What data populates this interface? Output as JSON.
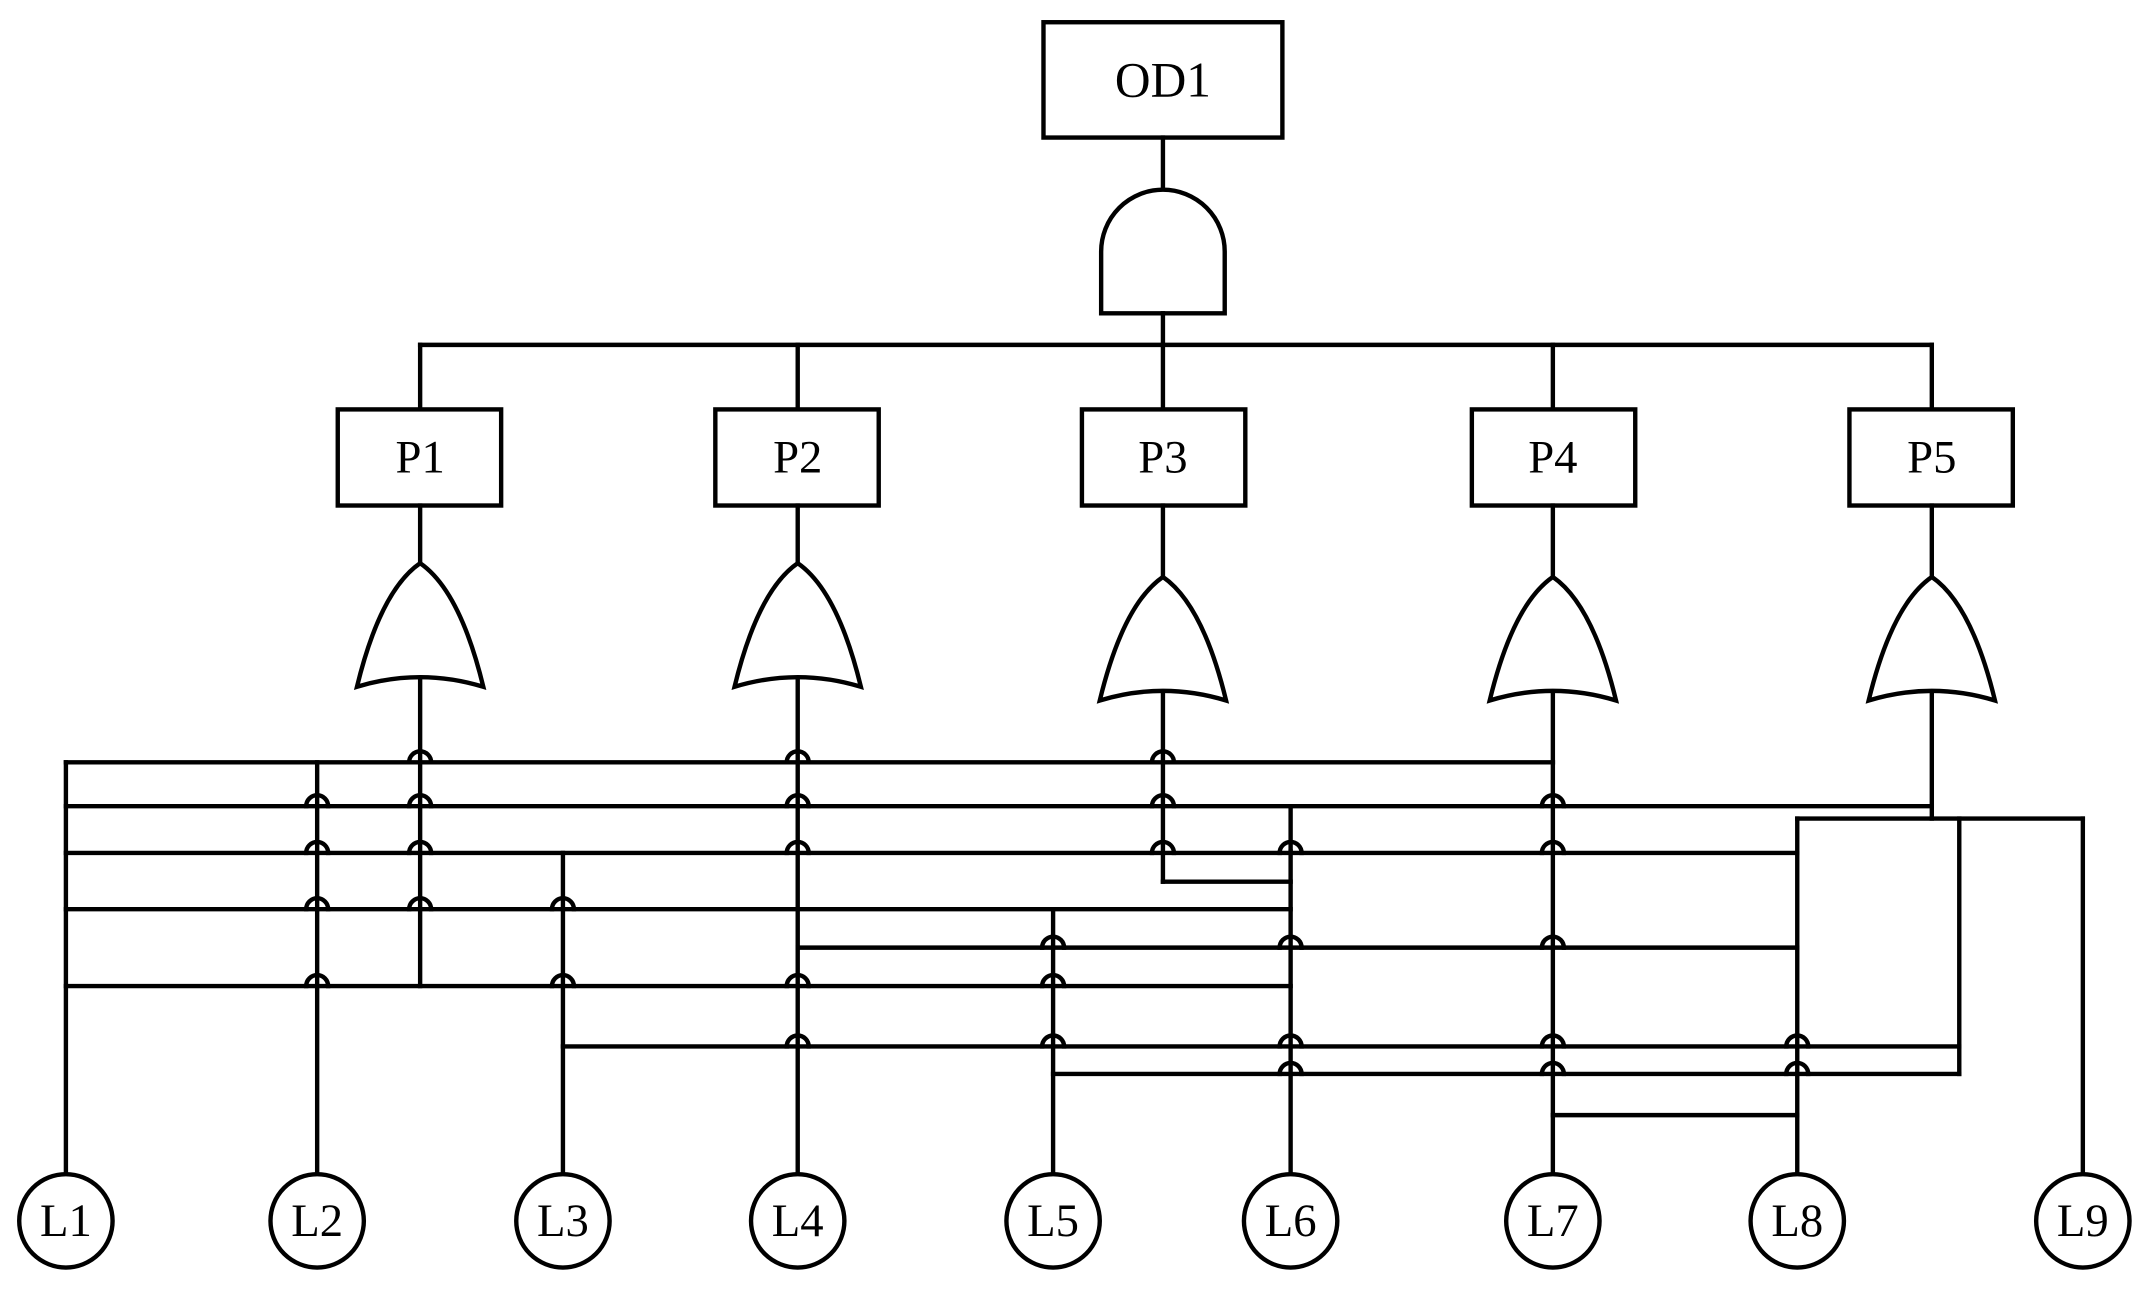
{
  "top_event": {
    "label": "OD1"
  },
  "top_gate": {
    "type": "and-gate"
  },
  "intermediate_events": [
    {
      "id": "P1",
      "label": "P1",
      "gate": "or-gate"
    },
    {
      "id": "P2",
      "label": "P2",
      "gate": "or-gate"
    },
    {
      "id": "P3",
      "label": "P3",
      "gate": "or-gate"
    },
    {
      "id": "P4",
      "label": "P4",
      "gate": "or-gate"
    },
    {
      "id": "P5",
      "label": "P5",
      "gate": "or-gate"
    }
  ],
  "basic_events": [
    {
      "id": "L1",
      "label": "L1"
    },
    {
      "id": "L2",
      "label": "L2"
    },
    {
      "id": "L3",
      "label": "L3"
    },
    {
      "id": "L4",
      "label": "L4"
    },
    {
      "id": "L5",
      "label": "L5"
    },
    {
      "id": "L6",
      "label": "L6"
    },
    {
      "id": "L7",
      "label": "L7"
    },
    {
      "id": "L8",
      "label": "L8"
    },
    {
      "id": "L9",
      "label": "L9"
    }
  ]
}
